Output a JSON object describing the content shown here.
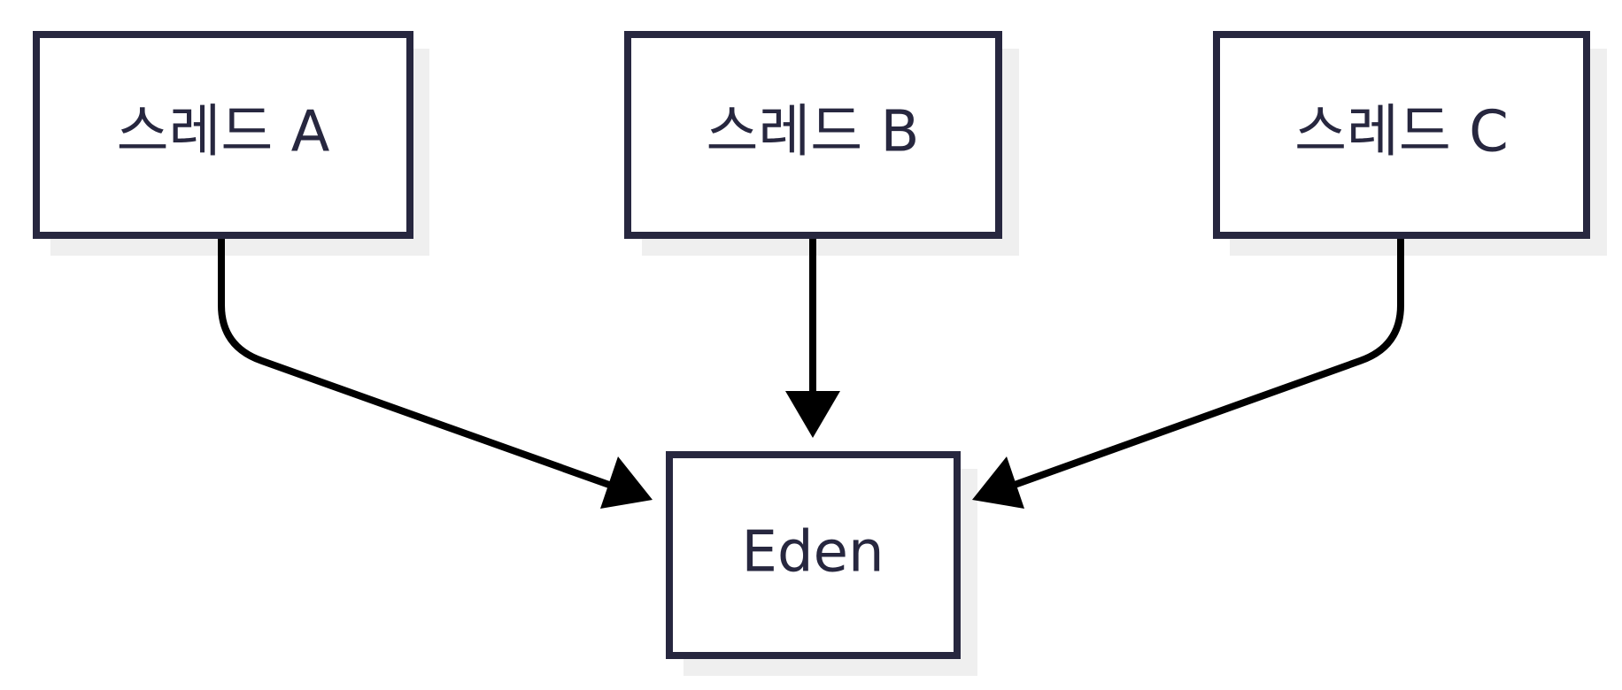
{
  "diagram": {
    "colors": {
      "box_border": "#27273f",
      "box_fill": "#ffffff",
      "box_shadow": "#efefef",
      "arrow": "#000000",
      "text": "#27273f"
    },
    "nodes": {
      "thread_a": {
        "label": "스레드 A"
      },
      "thread_b": {
        "label": "스레드 B"
      },
      "thread_c": {
        "label": "스레드 C"
      },
      "eden": {
        "label": "Eden"
      }
    },
    "edges": [
      {
        "from": "thread_a",
        "to": "eden"
      },
      {
        "from": "thread_b",
        "to": "eden"
      },
      {
        "from": "thread_c",
        "to": "eden"
      }
    ]
  }
}
